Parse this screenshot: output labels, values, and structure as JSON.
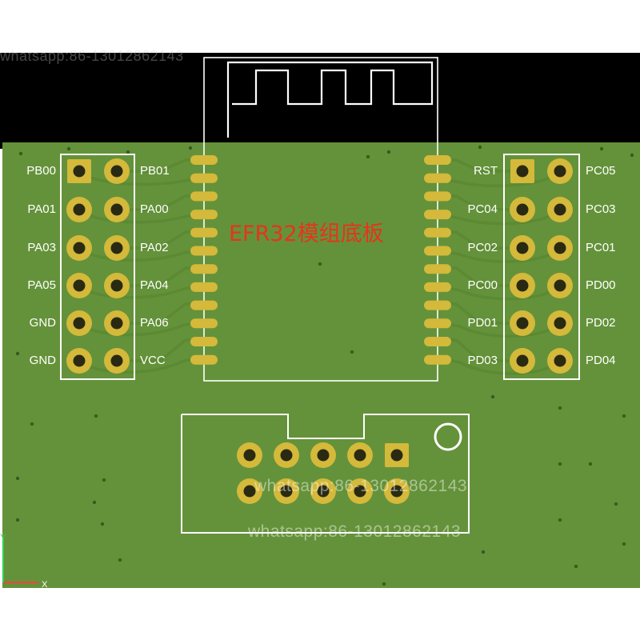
{
  "board_title": "EFR32模组底板",
  "colors": {
    "board": "#64923a",
    "trace": "#5b8a33",
    "pad_gold": "#d4b93a",
    "hole": "#2a2a12",
    "silkscreen": "#ffffff",
    "title": "#e8331c",
    "outer": "#000000"
  },
  "left_header": {
    "left_labels": [
      "PB00",
      "PA01",
      "PA03",
      "PA05",
      "GND",
      "GND"
    ],
    "right_labels": [
      "PB01",
      "PA00",
      "PA02",
      "PA04",
      "PA06",
      "VCC"
    ]
  },
  "right_header": {
    "left_labels": [
      "RST",
      "PC04",
      "PC02",
      "PC00",
      "PD01",
      "PD03"
    ],
    "right_labels": [
      "PC05",
      "PC03",
      "PC01",
      "PD00",
      "PD02",
      "PD04"
    ]
  },
  "watermarks": [
    "whatsapp:86-13012862143",
    "whatsapp:86-13012862143",
    "whatsapp:86-13012862143"
  ],
  "axis": {
    "x_label": "X",
    "y_label": "Y"
  }
}
